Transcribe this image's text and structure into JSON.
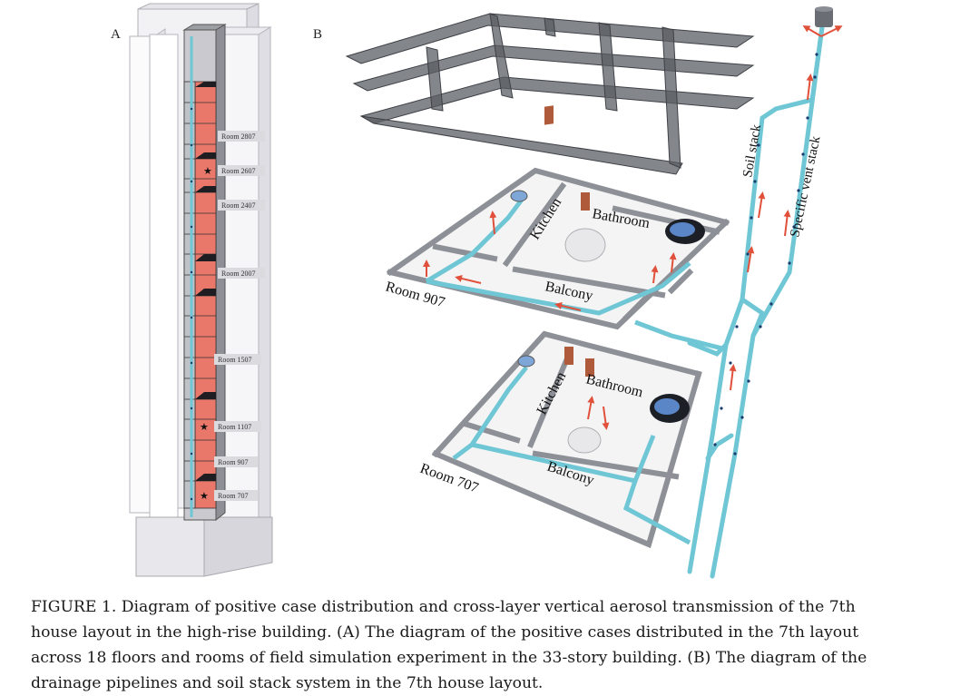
{
  "figure": {
    "panel_a_letter": "A",
    "panel_b_letter": "B",
    "building_rooms": [
      "Room 2807",
      "Room 2607",
      "Room 2407",
      "Room 2007",
      "Room 1507",
      "Room 1107",
      "Room 907",
      "Room 707"
    ],
    "star_glyph": "★",
    "upper_floor": {
      "room": "Room 907",
      "kitchen": "Kitchen",
      "bathroom": "Bathroom",
      "balcony": "Balcony"
    },
    "lower_floor": {
      "room": "Room 707",
      "kitchen": "Kitchen",
      "bathroom": "Bathroom",
      "balcony": "Balcony"
    },
    "soil_stack": "Soil stack",
    "vent_stack": "Specific vent stack",
    "colors": {
      "pipe": "#6fc6d4",
      "room_fill": "#e9786a",
      "arrow": "#e0503a",
      "slab": "#5a5d63"
    }
  },
  "caption": {
    "lines": [
      "FIGURE 1. Diagram of positive case distribution and cross-layer vertical aerosol transmission of the 7th",
      "house layout in the high-rise building. (A) The diagram of the positive cases distributed in the 7th layout",
      "across 18 floors and rooms of field simulation experiment in the 33-story building. (B) The diagram of the",
      "drainage pipelines and soil stack system in the 7th house layout."
    ]
  }
}
